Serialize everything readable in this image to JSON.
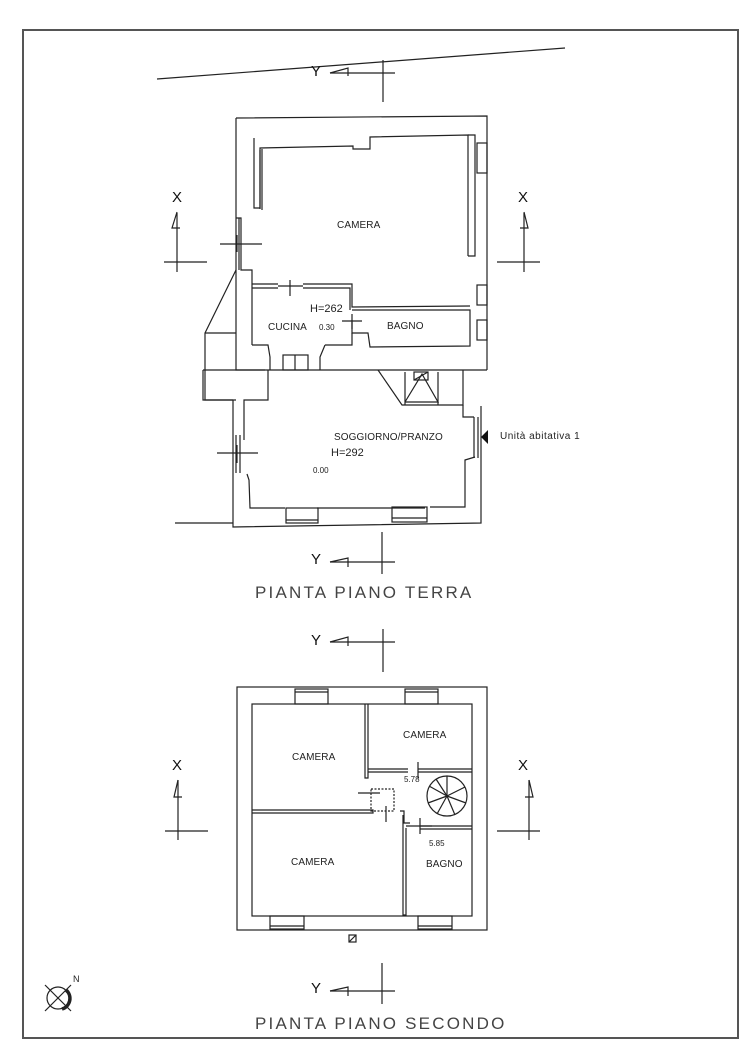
{
  "drawing": {
    "frame_color": "#555555",
    "line_color": "#222222"
  },
  "ground_floor": {
    "title": "PIANTA PIANO TERRA",
    "rooms": [
      {
        "name": "CAMERA"
      },
      {
        "name": "CUCINA"
      },
      {
        "name": "BAGNO"
      },
      {
        "name": "SOGGIORNO/PRANZO"
      }
    ],
    "height_labels": [
      "H=262",
      "H=292"
    ],
    "elevation_labels": [
      "0.30",
      "0.00"
    ],
    "unit_label": "Unità abitativa 1"
  },
  "second_floor": {
    "title": "PIANTA PIANO SECONDO",
    "rooms": [
      {
        "name": "CAMERA"
      },
      {
        "name": "CAMERA"
      },
      {
        "name": "CAMERA"
      },
      {
        "name": "BAGNO"
      }
    ],
    "elevation_labels": [
      "5.78",
      "5.85"
    ]
  },
  "section_markers": {
    "x_label": "X",
    "y_label": "Y"
  },
  "north_arrow": {
    "label": "N"
  }
}
